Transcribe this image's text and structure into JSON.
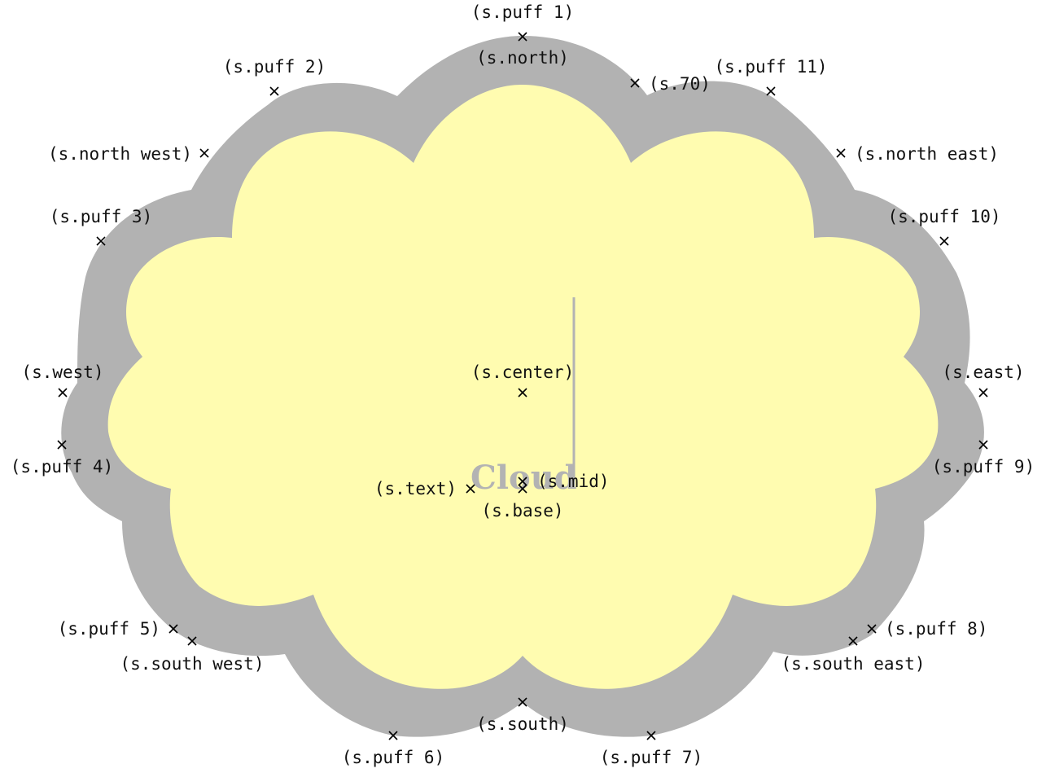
{
  "diagram": {
    "cloud_text": "Cloud",
    "colors": {
      "outer": "#b2b2b2",
      "inner": "#fffcb0",
      "mark": "#000000",
      "label": "#111111",
      "text_guide": "#b3b3b3"
    },
    "anchors": {
      "puff1": "(s.puff 1)",
      "north": "(s.north)",
      "a70": "(s.70)",
      "puff2": "(s.puff 2)",
      "puff11": "(s.puff 11)",
      "north_west": "(s.north west)",
      "north_east": "(s.north east)",
      "puff3": "(s.puff 3)",
      "puff10": "(s.puff 10)",
      "west": "(s.west)",
      "center": "(s.center)",
      "east": "(s.east)",
      "puff4": "(s.puff 4)",
      "puff9": "(s.puff 9)",
      "text": "(s.text)",
      "mid": "(s.mid)",
      "base": "(s.base)",
      "puff5": "(s.puff 5)",
      "puff8": "(s.puff 8)",
      "south_west": "(s.south west)",
      "south_east": "(s.south east)",
      "south": "(s.south)",
      "puff6": "(s.puff 6)",
      "puff7": "(s.puff 7)"
    }
  }
}
